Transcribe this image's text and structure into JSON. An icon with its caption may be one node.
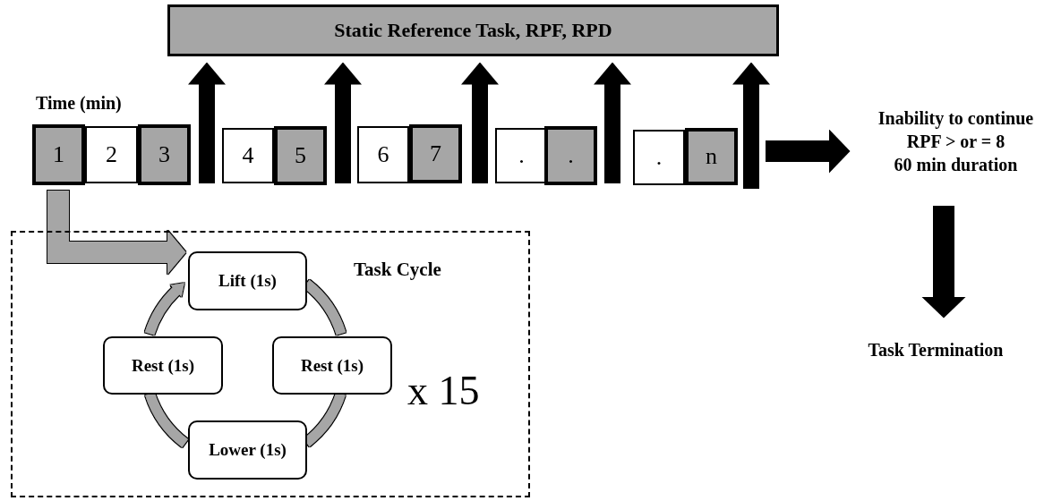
{
  "diagram": {
    "nodes": [
      {
        "text": [
          "Static Reference Task, RPF, RPD"
        ]
      },
      {
        "text": [
          "1"
        ]
      },
      {
        "text": [
          "2"
        ]
      },
      {
        "text": [
          "3"
        ]
      },
      {
        "text": [
          "4"
        ]
      },
      {
        "text": [
          "5"
        ]
      },
      {
        "text": [
          "6"
        ]
      },
      {
        "text": [
          "7"
        ]
      },
      {
        "text": [
          "."
        ]
      },
      {
        "text": [
          "."
        ]
      },
      {
        "text": [
          "."
        ]
      },
      {
        "text": [
          "n"
        ]
      },
      {
        "text": [
          "Inability to continue",
          "RPF > or = 8",
          "60 min duration"
        ]
      },
      {
        "text": [
          "Task Termination"
        ]
      },
      {
        "text": [
          "Task Cycle",
          "x 15"
        ]
      },
      {
        "text": [
          "Lift (1s)"
        ],
        "in": 14
      },
      {
        "text": [
          "Rest (1s)"
        ],
        "in": 14
      },
      {
        "text": [
          "Lower (1s)"
        ],
        "in": 14
      },
      {
        "text": [
          "Rest (1s)"
        ],
        "in": 14
      }
    ],
    "edges": [
      {
        "from": null,
        "to": 0,
        "arrow": "to"
      },
      {
        "from": null,
        "to": 0,
        "arrow": "to"
      },
      {
        "from": null,
        "to": 0,
        "arrow": "to"
      },
      {
        "from": null,
        "to": 0,
        "arrow": "to"
      },
      {
        "from": null,
        "to": 0,
        "arrow": "to"
      },
      {
        "from": null,
        "to": 12,
        "arrow": "to"
      },
      {
        "from": 12,
        "to": 13,
        "arrow": "to"
      },
      {
        "from": 1,
        "to": 15,
        "arrow": "to",
        "color": "#a6a6a6"
      },
      {
        "from": 15,
        "to": 16,
        "arrow": "none",
        "color": "#a6a6a6"
      },
      {
        "from": 16,
        "to": 17,
        "arrow": "none",
        "color": "#a6a6a6"
      },
      {
        "from": 17,
        "to": 18,
        "arrow": "none",
        "color": "#a6a6a6"
      },
      {
        "from": 18,
        "to": 15,
        "arrow": "to",
        "color": "#a6a6a6"
      }
    ],
    "labels": [
      "Time (min)"
    ]
  }
}
